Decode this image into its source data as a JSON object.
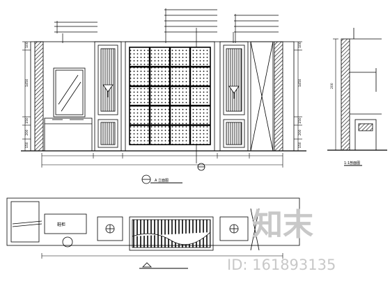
{
  "watermark": {
    "logo_text": "知末",
    "id_text": "ID: 161893135"
  },
  "elevation_main": {
    "dims_left": [
      "100",
      "1450",
      "150",
      "200",
      "150"
    ],
    "dims_right": [
      "100",
      "1450",
      "150",
      "200",
      "150"
    ],
    "title": "A 立面图"
  },
  "plan_view": {
    "label": "鞋柜"
  },
  "section_view": {
    "title": "1-1剖面图",
    "dim": "200"
  }
}
